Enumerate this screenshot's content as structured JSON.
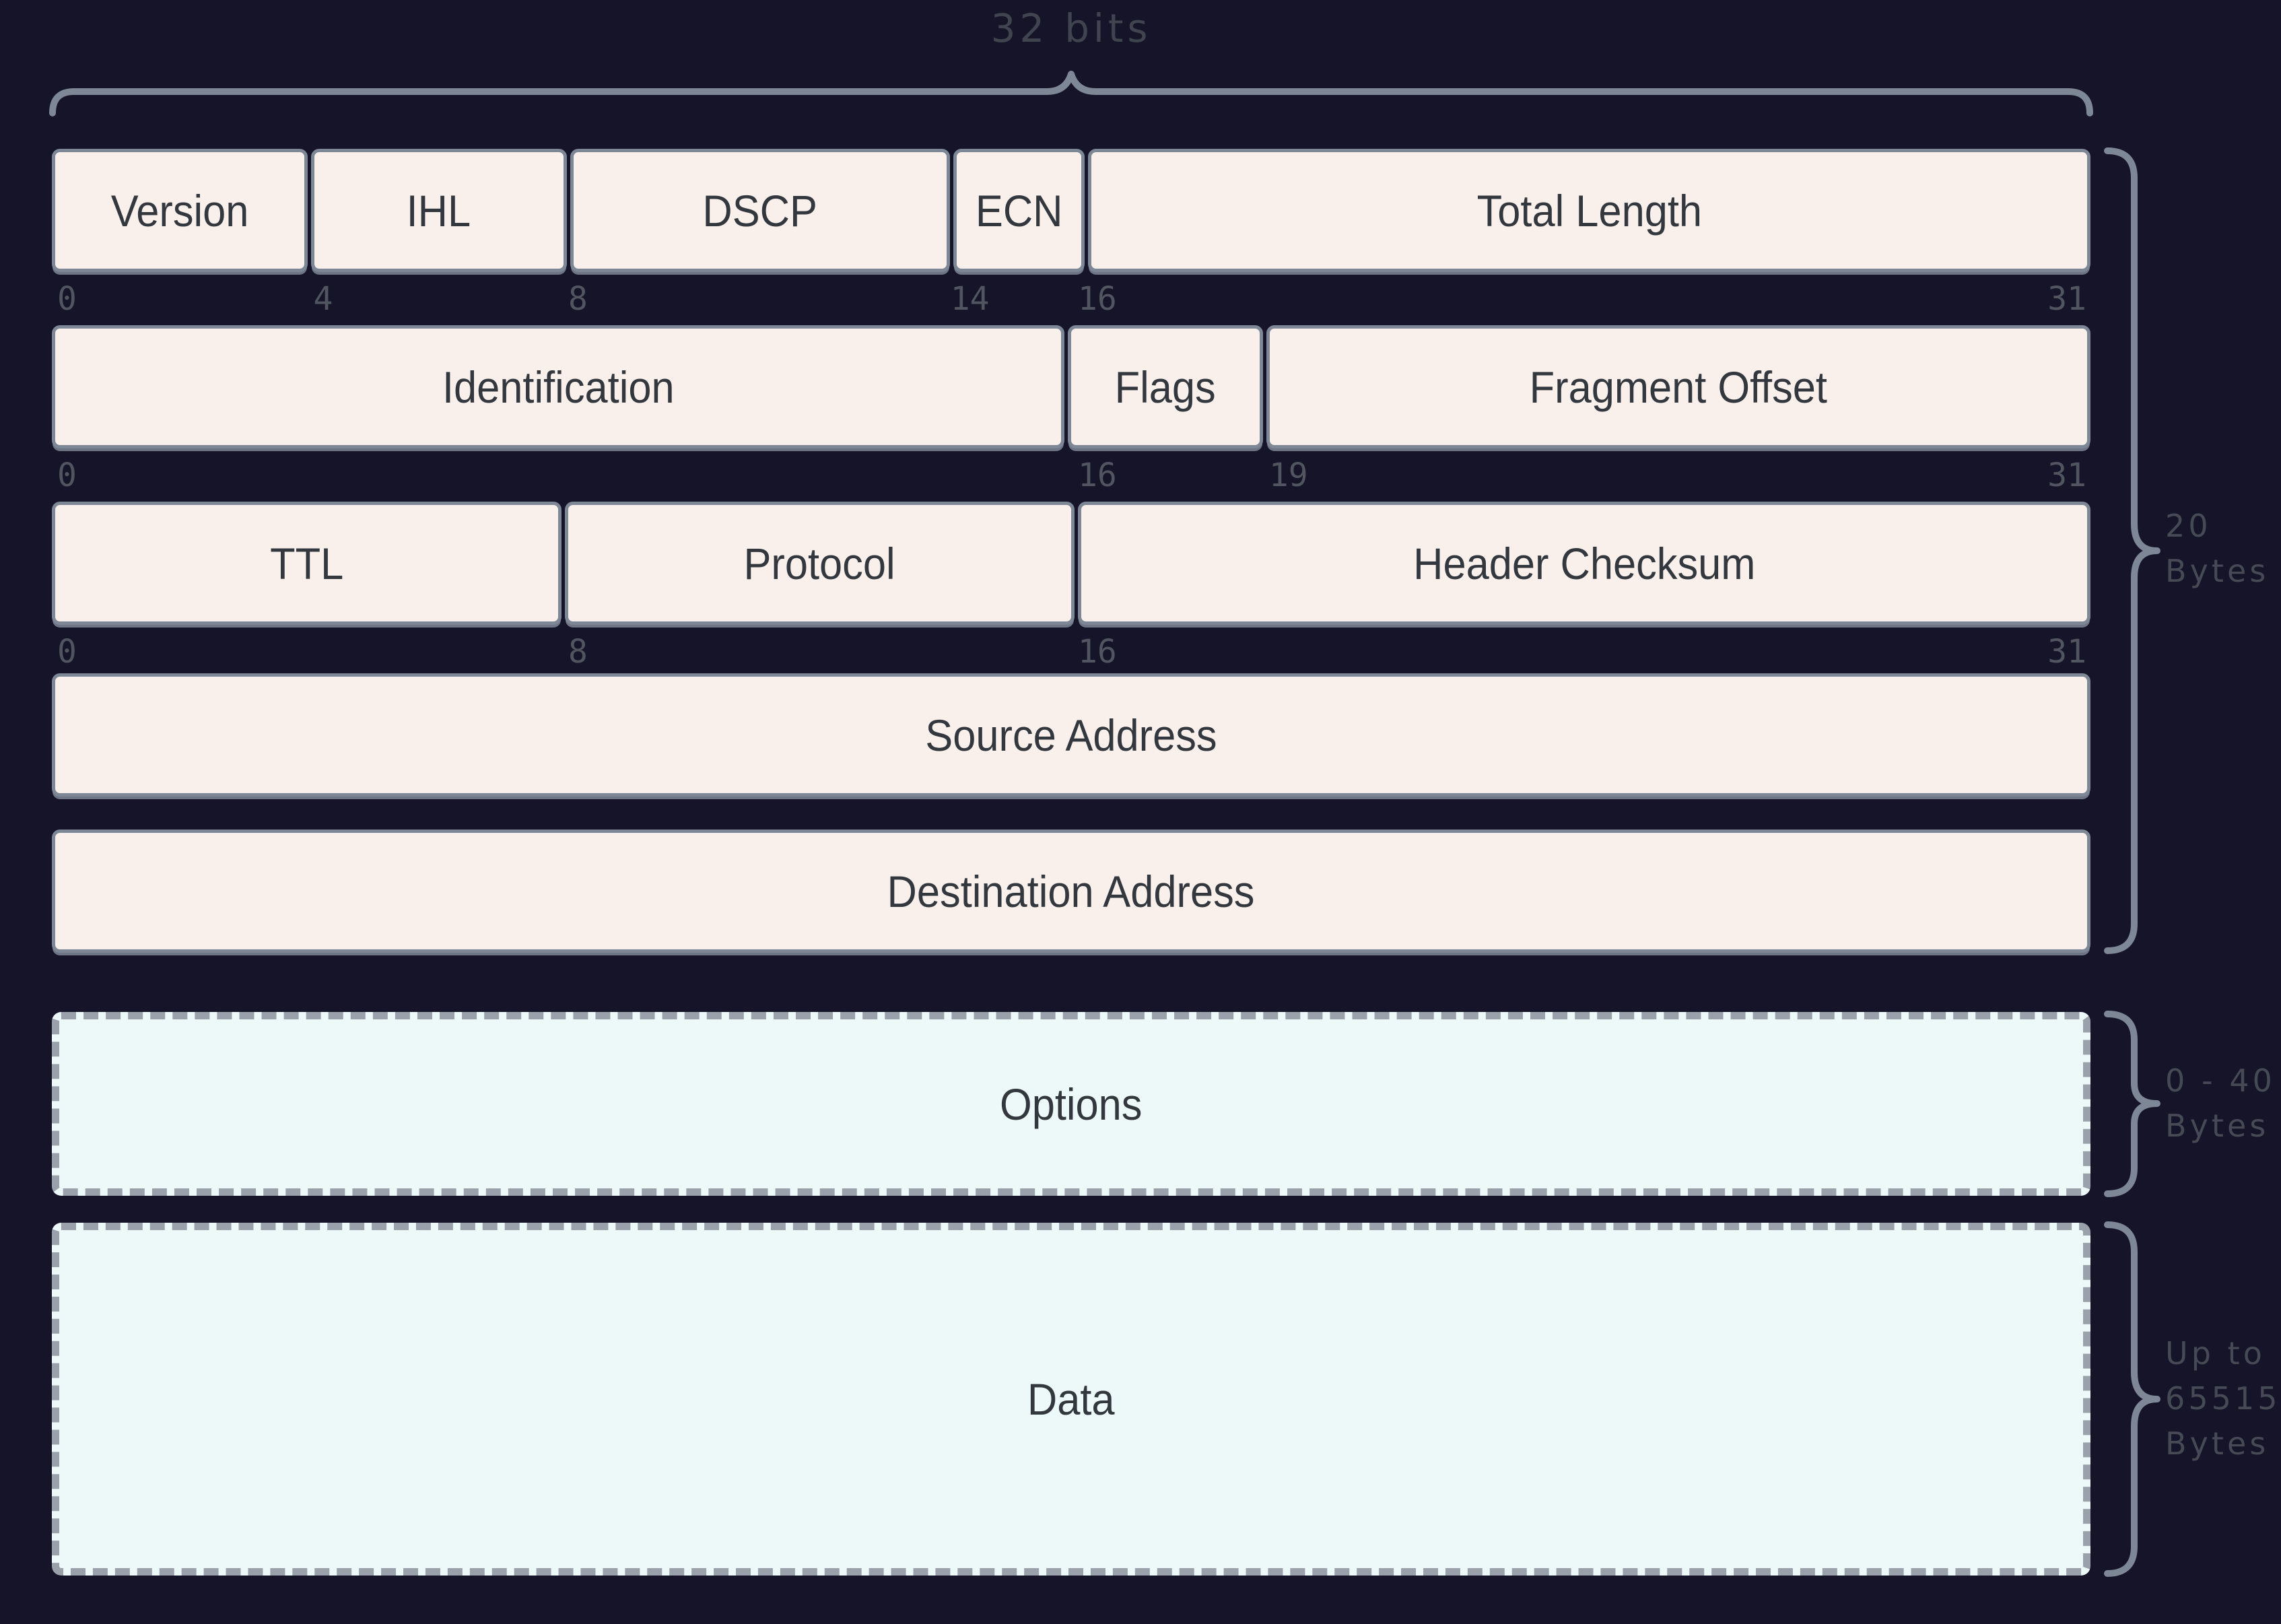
{
  "diagram": {
    "title": "32 bits",
    "bit_rows": [
      {
        "cells": [
          {
            "label": "Version",
            "bits": 4
          },
          {
            "label": "IHL",
            "bits": 4
          },
          {
            "label": "DSCP",
            "bits": 6
          },
          {
            "label": "ECN",
            "bits": 2
          },
          {
            "label": "Total Length",
            "bits": 16
          }
        ],
        "marks": [
          "0",
          "4",
          "8",
          "14",
          "16",
          "31"
        ]
      },
      {
        "cells": [
          {
            "label": "Identification",
            "bits": 16
          },
          {
            "label": "Flags",
            "bits": 3
          },
          {
            "label": "Fragment Offset",
            "bits": 13
          }
        ],
        "marks": [
          "0",
          "16",
          "19",
          "31"
        ]
      },
      {
        "cells": [
          {
            "label": "TTL",
            "bits": 8
          },
          {
            "label": "Protocol",
            "bits": 8
          },
          {
            "label": "Header Checksum",
            "bits": 16
          }
        ],
        "marks": [
          "0",
          "8",
          "16",
          "31"
        ]
      }
    ],
    "word_rows": [
      {
        "label": "Source Address"
      },
      {
        "label": "Destination Address"
      }
    ],
    "optional_rows": [
      {
        "label": "Options"
      },
      {
        "label": "Data"
      }
    ],
    "annotations": {
      "header_bytes": {
        "line1": "20",
        "line2": "Bytes"
      },
      "options_bytes": {
        "line1": "0 - 40",
        "line2": "Bytes"
      },
      "data_bytes": {
        "line1": "Up to",
        "line2": "65515",
        "line3": "Bytes"
      }
    },
    "colors": {
      "background": "#151428",
      "field_fill": "#f9f0ec",
      "optional_fill": "#edf9f8",
      "border": "#7e8795",
      "dashed_border": "#9aa1ab",
      "field_text": "#33373e",
      "bit_mark_text": "#50555f",
      "annotation_text": "#454a55"
    }
  }
}
